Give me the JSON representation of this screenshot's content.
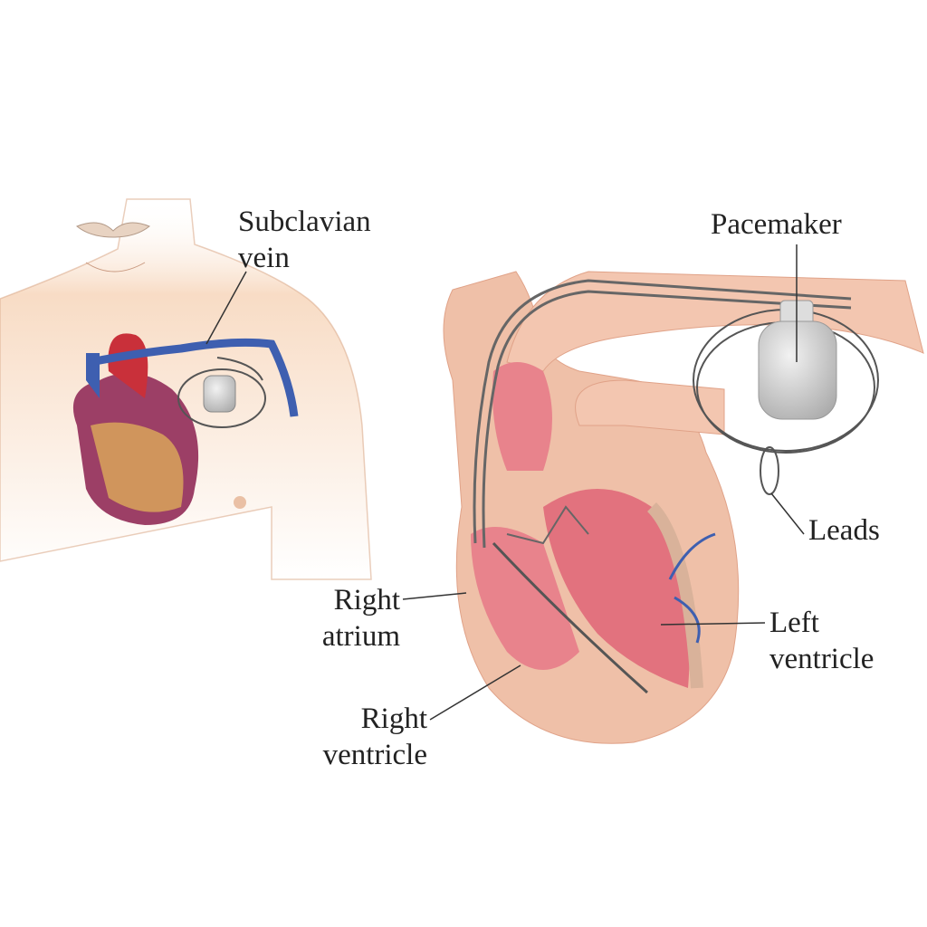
{
  "labels": {
    "subclavian_vein": [
      "Subclavian",
      "vein"
    ],
    "pacemaker": "Pacemaker",
    "leads": "Leads",
    "right_atrium": [
      "Right",
      "atrium"
    ],
    "left_ventricle": [
      "Left",
      "ventricle"
    ],
    "right_ventricle": [
      "Right",
      "ventricle"
    ]
  },
  "colors": {
    "skin": "#f6d9c0",
    "skin_outline": "#d9a98a",
    "vessel": "#f0b9a3",
    "chamber": "#e8838c",
    "myocardium": "#e9c2ad",
    "vein_blue": "#3e5fb0",
    "aorta_red": "#c9303a",
    "device": "#c9c9c9",
    "lead_wire": "#555555"
  }
}
